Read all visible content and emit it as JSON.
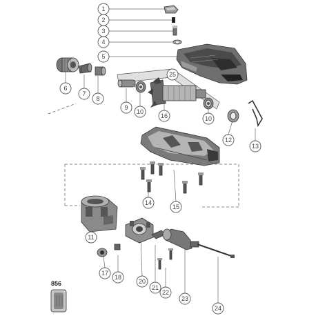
{
  "diagram": {
    "model_label": "856",
    "callouts": {
      "p1": "1",
      "p2": "2",
      "p3": "3",
      "p4": "4",
      "p5": "5",
      "p6": "6",
      "p7": "7",
      "p8": "8",
      "p9": "9",
      "p10a": "10",
      "p10b": "10",
      "p11": "11",
      "p12": "12",
      "p13": "13",
      "p14": "14",
      "p15": "15",
      "p16": "16",
      "p17": "17",
      "p18": "18",
      "p20": "20",
      "p21": "21",
      "p22": "22",
      "p23": "23",
      "p24": "24",
      "p25": "25"
    }
  }
}
